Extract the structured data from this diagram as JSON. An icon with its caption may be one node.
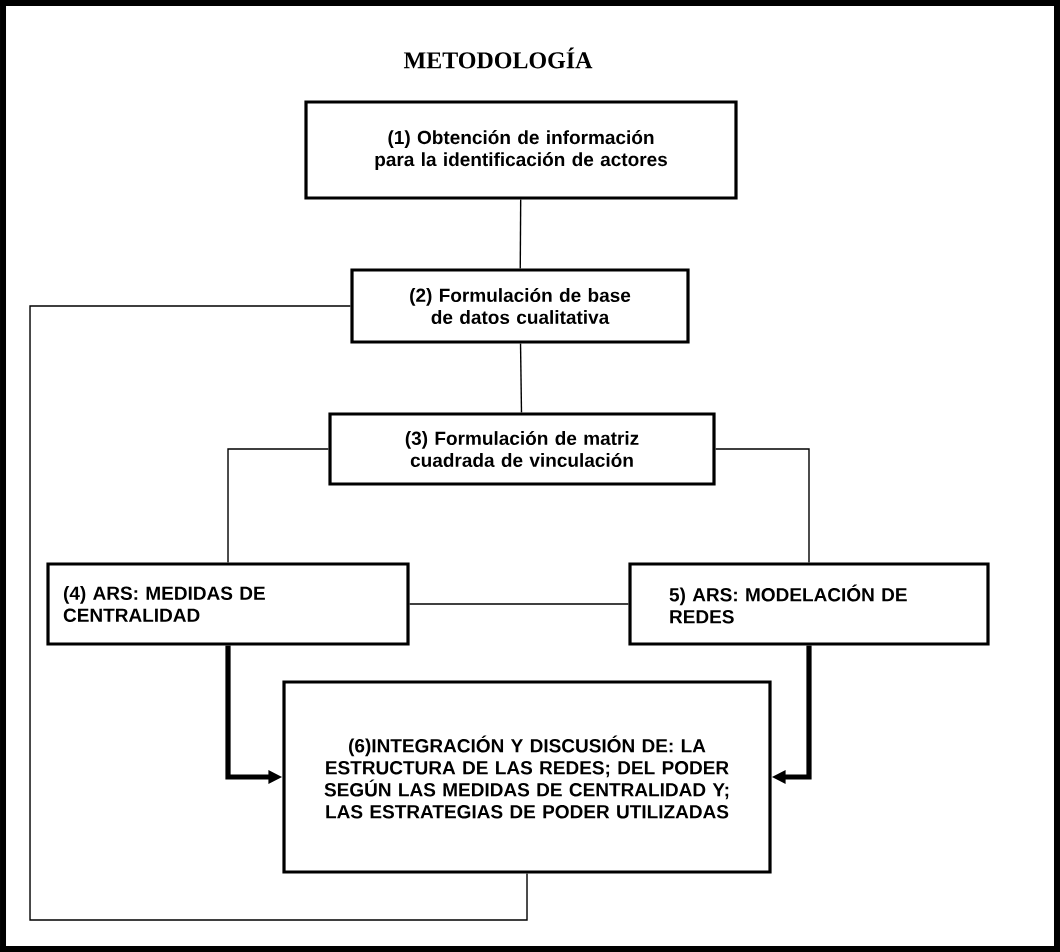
{
  "diagram": {
    "title": "METODOLOGÍA",
    "nodes": [
      {
        "text": [
          "(1) Obtención de información para la identificación de actores"
        ]
      },
      {
        "text": [
          "(2) Formulación de base de datos cualitativa"
        ]
      },
      {
        "text": [
          "(3) Formulación de matriz cuadrada de vinculación"
        ]
      },
      {
        "text": [
          "(4) ARS: MEDIDAS DE CENTRALIDAD"
        ]
      },
      {
        "text": [
          "5) ARS: MODELACIÓN DE REDES"
        ]
      },
      {
        "text": [
          "(6)INTEGRACIÓN Y DISCUSIÓN DE: LA ESTRUCTURA DE LAS REDES; DEL PODER SEGÚN LAS MEDIDAS DE CENTRALIDAD Y; LAS ESTRATEGIAS DE PODER UTILIZADAS"
        ]
      }
    ],
    "edges": [
      {
        "from": 0,
        "to": 1,
        "arrow": "none"
      },
      {
        "from": 1,
        "to": 2,
        "arrow": "none"
      },
      {
        "from": 2,
        "to": 3,
        "arrow": "none"
      },
      {
        "from": 2,
        "to": 4,
        "arrow": "none"
      },
      {
        "from": 3,
        "to": 4,
        "arrow": "none"
      },
      {
        "from": 3,
        "to": 5,
        "arrow": "to",
        "style": "thick"
      },
      {
        "from": 4,
        "to": 5,
        "arrow": "to",
        "style": "thick"
      },
      {
        "from": 5,
        "to": 1,
        "arrow": "none"
      }
    ]
  }
}
